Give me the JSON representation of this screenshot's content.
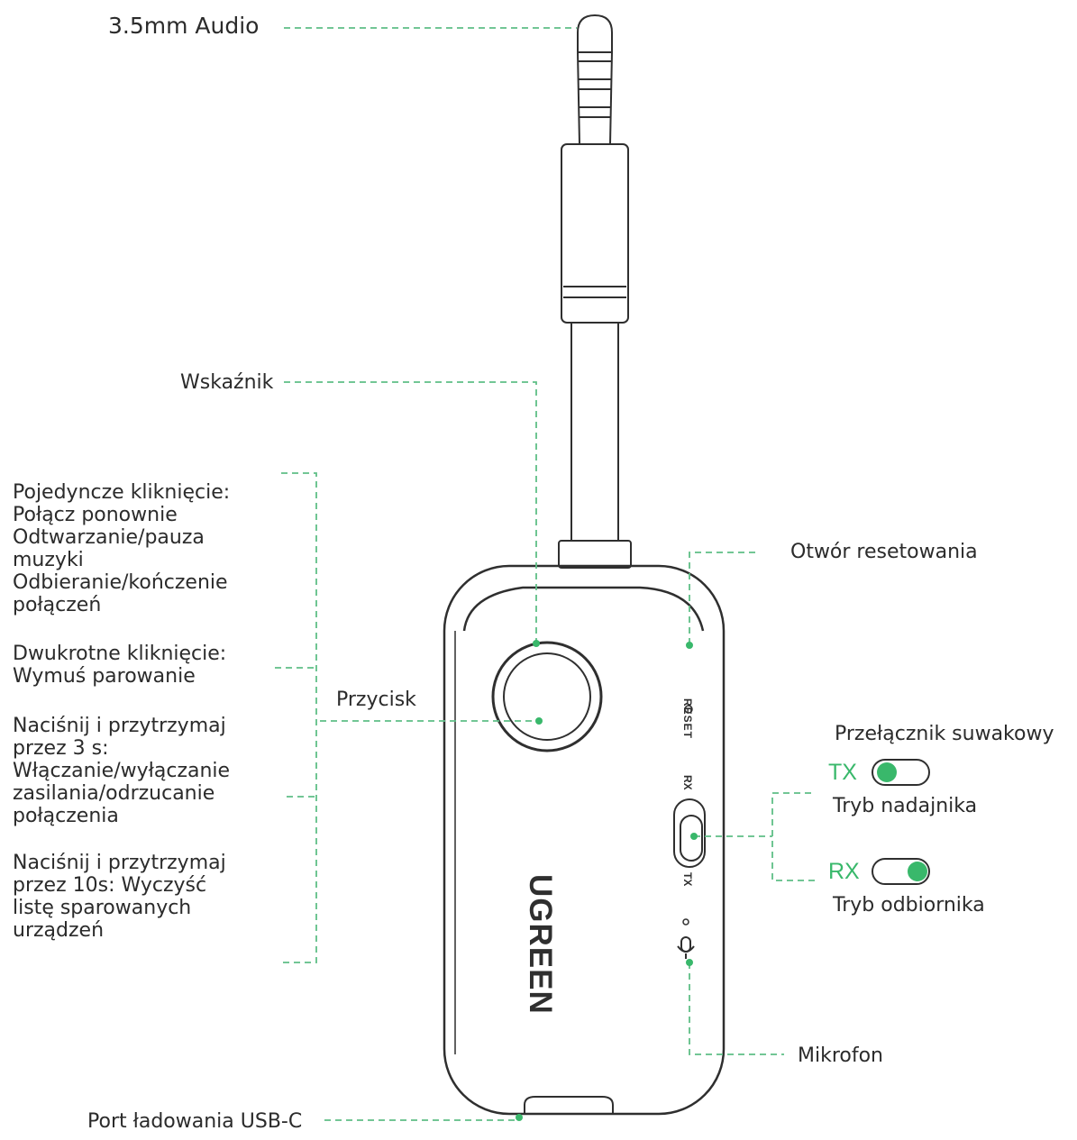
{
  "colors": {
    "leader": "#5fbf86",
    "accent": "#39b86b",
    "outline": "#2f2f2f",
    "text": "#2b2b2b"
  },
  "device": {
    "brand": "UGREEN",
    "reset_print": "RESET",
    "rx_print": "RX",
    "tx_print": "TX"
  },
  "labels": {
    "audio_jack": "3.5mm Audio",
    "indicator": "Wskaźnik",
    "button": "Przycisk",
    "reset_hole": "Otwór resetowania",
    "slide_switch": "Przełącznik suwakowy",
    "microphone": "Mikrofon",
    "usb_port": "Port ładowania USB-C"
  },
  "switch_modes": [
    {
      "code": "TX",
      "name": "Tryb nadajnika",
      "knob": "left"
    },
    {
      "code": "RX",
      "name": "Tryb odbiornika",
      "knob": "right"
    }
  ],
  "button_functions": [
    {
      "lines": [
        "Pojedyncze kliknięcie:",
        "Połącz ponownie",
        "Odtwarzanie/pauza",
        "muzyki",
        "Odbieranie/kończenie",
        "połączeń"
      ]
    },
    {
      "lines": [
        "Dwukrotne kliknięcie:",
        "Wymuś parowanie"
      ]
    },
    {
      "lines": [
        "Naciśnij i przytrzymaj",
        "przez 3 s:",
        "Włączanie/wyłączanie",
        "zasilania/odrzucanie",
        "połączenia"
      ]
    },
    {
      "lines": [
        "Naciśnij i przytrzymaj",
        "przez 10s: Wyczyść",
        "listę sparowanych",
        "urządzeń"
      ]
    }
  ]
}
